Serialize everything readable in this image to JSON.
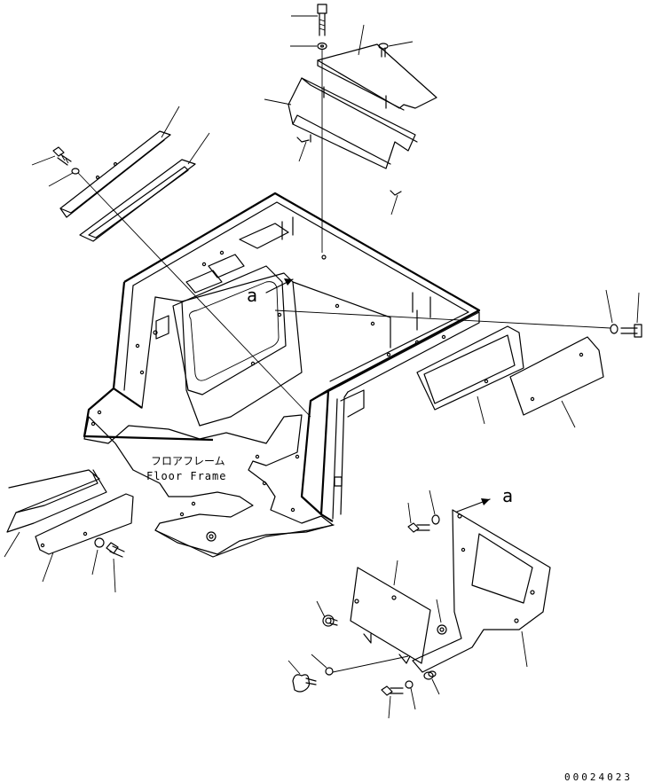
{
  "diagram": {
    "floor_frame_label_jp": "フロアフレーム",
    "floor_frame_label_en": "Floor Frame",
    "view_callout": "a",
    "view_callout_target": "a",
    "drawing_code": "00024023"
  }
}
